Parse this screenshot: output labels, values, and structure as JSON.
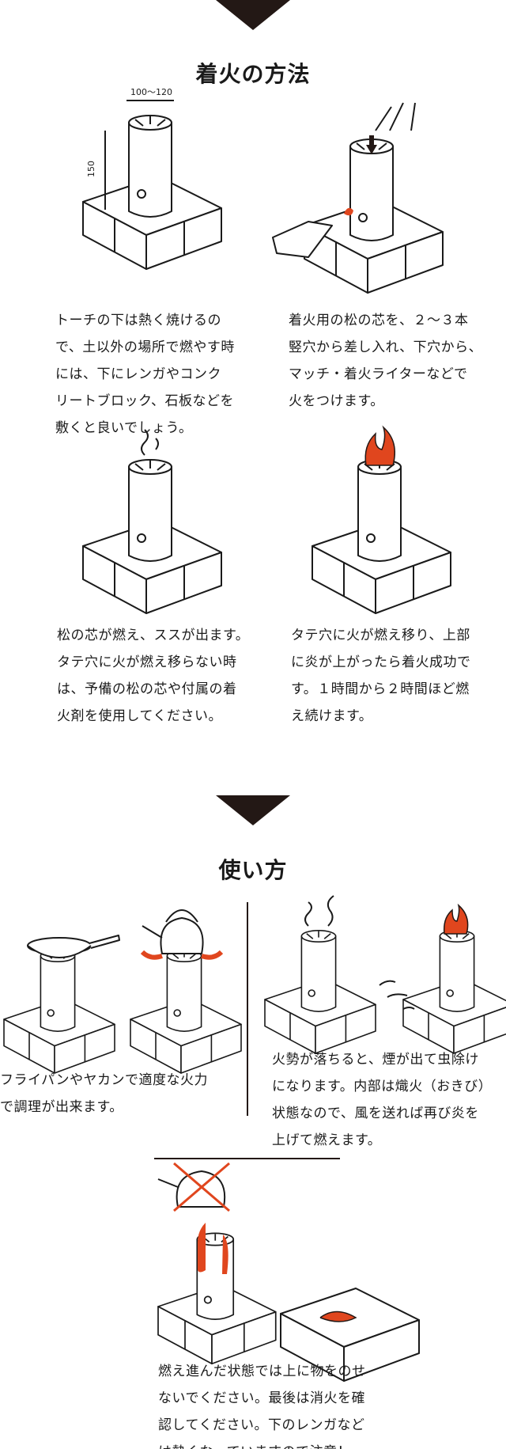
{
  "section1": {
    "title": "着火の方法",
    "dimension_width": "100～120",
    "dimension_height": "150",
    "steps": [
      {
        "text": "トーチの下は熱く焼けるの\nで、土以外の場所で燃やす時\nには、下にレンガやコンク\nリートブロック、石板などを\n敷くと良いでしょう。"
      },
      {
        "text": "着火用の松の芯を、２～３本\n竪穴から差し入れ、下穴から、\nマッチ・着火ライターなどで\n火をつけます。"
      },
      {
        "text": "松の芯が燃え、ススが出ます。\nタテ穴に火が燃え移らない時\nは、予備の松の芯や付属の着\n火剤を使用してください。"
      },
      {
        "text": "タテ穴に火が燃え移り、上部\nに炎が上がったら着火成功で\nす。１時間から２時間ほど燃\nえ続けます。"
      }
    ]
  },
  "section2": {
    "title": "使い方",
    "cooking_text": "フライパンやヤカンで適度な火力\nで調理が出来ます。",
    "smoke_text": "火勢が落ちると、煙が出て虫除け\nになります。内部は熾火（おきび）\n状態なので、風を送れば再び炎を\n上げて燃えます。",
    "caution_text": "燃え進んだ状態では上に物をのせ\nないでください。最後は消火を確\n認してください。下のレンガなど\nは熱くなっていますので注意！"
  },
  "colors": {
    "flame": "#e0461e",
    "ink": "#231815"
  }
}
